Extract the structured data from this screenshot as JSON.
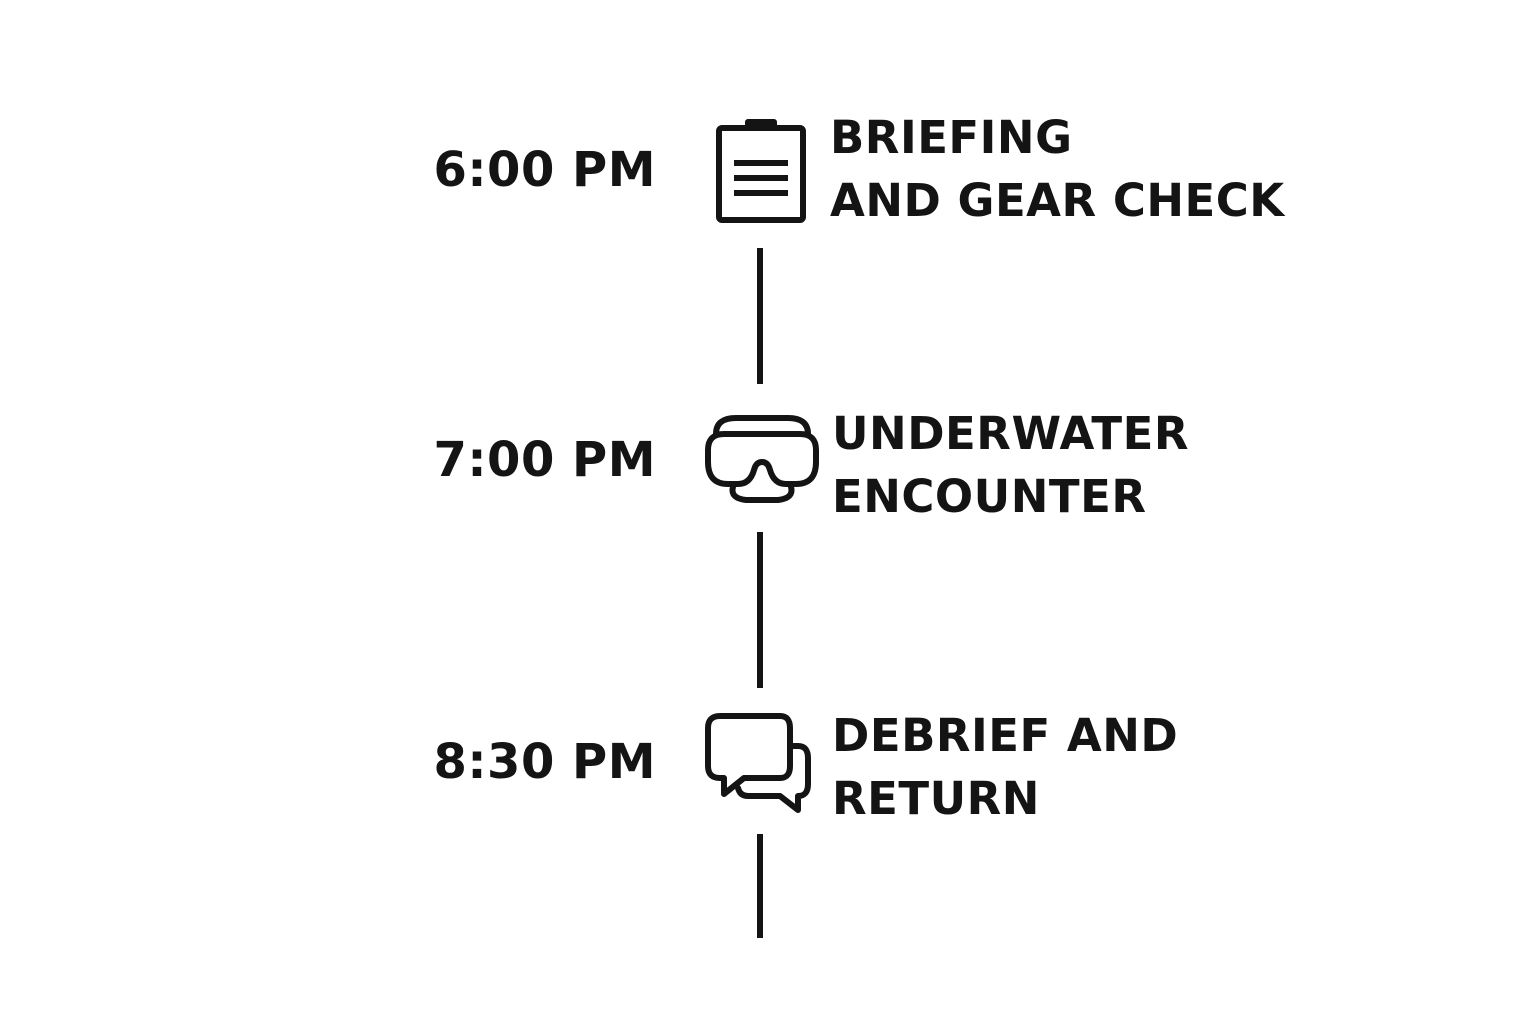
{
  "timeline": {
    "items": [
      {
        "time": "6:00 PM",
        "label_line1": "BRIEFING",
        "label_line2": "AND GEAR CHECK",
        "icon": "clipboard-icon"
      },
      {
        "time": "7:00 PM",
        "label_line1": "UNDERWATER",
        "label_line2": "ENCOUNTER",
        "icon": "dive-mask-icon"
      },
      {
        "time": "8:30 PM",
        "label_line1": "DEBRIEF AND",
        "label_line2": "RETURN",
        "icon": "chat-bubbles-icon"
      }
    ],
    "line_color": "#141414"
  }
}
